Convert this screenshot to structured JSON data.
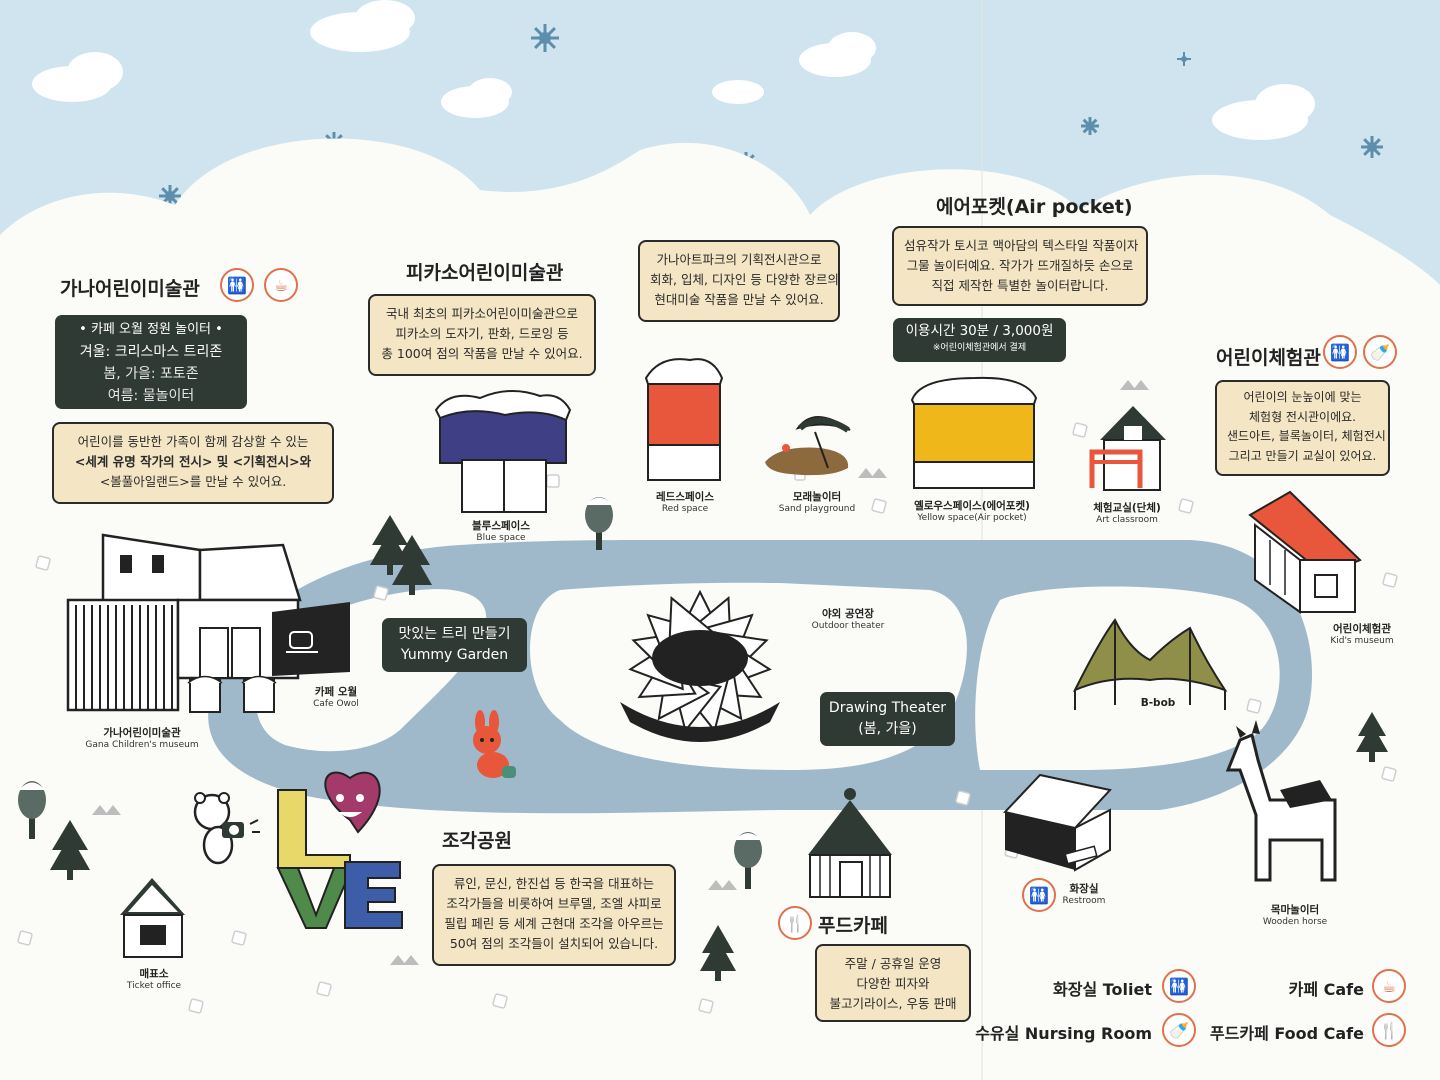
{
  "sections": {
    "gana": {
      "title": "가나어린이미술관",
      "dark_lines": [
        "• 카페 오월 정원 놀이터 •",
        "겨울: 크리스마스 트리존",
        "봄, 가을: 포토존",
        "여름: 물놀이터"
      ],
      "bubble_lines": [
        "어린이를 동반한 가족이 함께 감상할 수 있는",
        "<세계 유명 작가의 전시> 및 <기획전시>와",
        "<볼풀아일랜드>를 만날 수 있어요."
      ]
    },
    "picasso": {
      "title": "피카소어린이미술관",
      "bubble_lines": [
        "국내 최초의 피카소어린이미술관으로",
        "피카소의 도자기, 판화, 드로잉 등",
        "총 100여 점의 작품을 만날 수 있어요."
      ]
    },
    "gana_art_park": {
      "bubble_lines": [
        "가나아트파크의 기획전시관으로",
        "회화, 입체, 디자인 등 다양한 장르의",
        "현대미술 작품을 만날 수 있어요."
      ]
    },
    "air_pocket": {
      "title": "에어포켓(Air pocket)",
      "bubble_lines": [
        "섬유작가 토시코 맥아담의 텍스타일 작품이자",
        "그물 놀이터예요. 작가가 뜨개질하듯 손으로",
        "직접 제작한 특별한 놀이터랍니다."
      ],
      "fee_main": "이용시간 30분 / 3,000원",
      "fee_sub": "※어린이체험관에서 결제"
    },
    "kids_experience": {
      "title": "어린이체험관",
      "bubble_lines": [
        "어린이의 눈높이에 맞는",
        "체험형 전시관이에요.",
        "샌드아트, 블록놀이터, 체험전시",
        "그리고 만들기 교실이 있어요."
      ]
    },
    "sculpture": {
      "title": "조각공원",
      "bubble_lines": [
        "류인, 문신, 한진섭 등 한국을 대표하는",
        "조각가들을 비롯하여 브루델, 조엘 샤피로",
        "필립 페린 등 세계 근현대 조각을 아우르는",
        "50여 점의 조각들이 설치되어 있습니다."
      ]
    },
    "food_cafe": {
      "title": "푸드카페",
      "bubble_lines": [
        "주말 / 공휴일 운영",
        "다양한 피자와",
        "불고기라이스, 우동 판매"
      ]
    },
    "yummy": {
      "lines": [
        "맛있는 트리 만들기",
        "Yummy Garden"
      ]
    },
    "drawing": {
      "lines": [
        "Drawing Theater",
        "(봄, 가을)"
      ]
    }
  },
  "places": {
    "blue_space": {
      "ko": "블루스페이스",
      "en": "Blue space"
    },
    "red_space": {
      "ko": "레드스페이스",
      "en": "Red space"
    },
    "sand": {
      "ko": "모래놀이터",
      "en": "Sand playground"
    },
    "yellow": {
      "ko": "옐로우스페이스(에어포켓)",
      "en": "Yellow space(Air pocket)"
    },
    "art_class": {
      "ko": "체험교실(단체)",
      "en": "Art classroom"
    },
    "kids_museum": {
      "ko": "어린이체험관",
      "en": "Kid's museum"
    },
    "gana_museum": {
      "ko": "가나어린이미술관",
      "en": "Gana Children's museum"
    },
    "cafe_owol": {
      "ko": "카페 오월",
      "en": "Cafe Owol"
    },
    "outdoor": {
      "ko": "야외 공연장",
      "en": "Outdoor theater"
    },
    "bbob": {
      "ko": "B-bob",
      "en": ""
    },
    "restroom": {
      "ko": "화장실",
      "en": "Restroom"
    },
    "wooden_horse": {
      "ko": "목마놀이터",
      "en": "Wooden horse"
    },
    "ticket": {
      "ko": "매표소",
      "en": "Ticket office"
    }
  },
  "legend": {
    "toilet": "화장실 Toliet",
    "nursing": "수유실 Nursing Room",
    "cafe": "카페 Cafe",
    "food": "푸드카페 Food Cafe"
  },
  "sculpture_text": {
    "love_1": "L",
    "love_2": "VE"
  },
  "colors": {
    "sky": "#cfe4ee",
    "cloud_ground": "#fbfbf8",
    "road": "#9fb9cb",
    "bubble": "#f4e6c4",
    "dark_box": "#2f3a35",
    "icon_accent": "#e0714a",
    "blue_space": "#3f3f86",
    "red_space": "#e8573c",
    "yellow_space": "#f0b71a"
  },
  "icons": {
    "toilet": "restroom-icon",
    "cafe": "coffee-cup-icon",
    "nursing": "baby-bottle-icon",
    "food": "fork-spoon-icon"
  }
}
